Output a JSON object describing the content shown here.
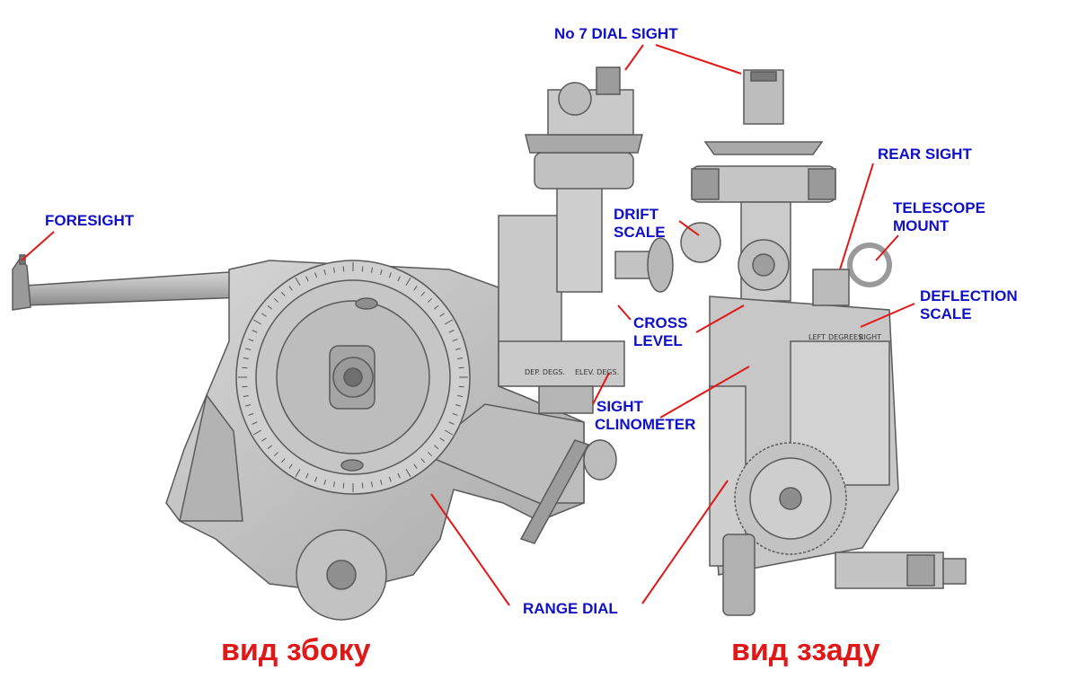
{
  "colors": {
    "label": "#1010c8",
    "caption": "#e01818",
    "leader": "#e01818",
    "metal_fill": "#c4c4c4",
    "metal_dark": "#6f6f6f",
    "metal_light": "#dcdcdc",
    "background": "#ffffff"
  },
  "labels": {
    "foresight": "FORESIGHT",
    "dial_sight": "No 7 DIAL SIGHT",
    "drift_scale_1": "DRIFT",
    "drift_scale_2": "SCALE",
    "cross_level_1": "CROSS",
    "cross_level_2": "LEVEL",
    "sight_clinometer_1": "SIGHT",
    "sight_clinometer_2": "CLINOMETER",
    "range_dial": "RANGE DIAL",
    "rear_sight": "REAR SIGHT",
    "telescope_mount_1": "TELESCOPE",
    "telescope_mount_2": "MOUNT",
    "deflection_scale_1": "DEFLECTION",
    "deflection_scale_2": "SCALE"
  },
  "captions": {
    "side_view": "вид збоку",
    "rear_view": "вид ззаду"
  },
  "engraved": {
    "clino_left": "DEP. DEGS.",
    "clino_right": "ELEV. DEGS.",
    "deflection_left": "LEFT",
    "deflection_mid": "DEGREES",
    "deflection_right": "RIGHT"
  }
}
